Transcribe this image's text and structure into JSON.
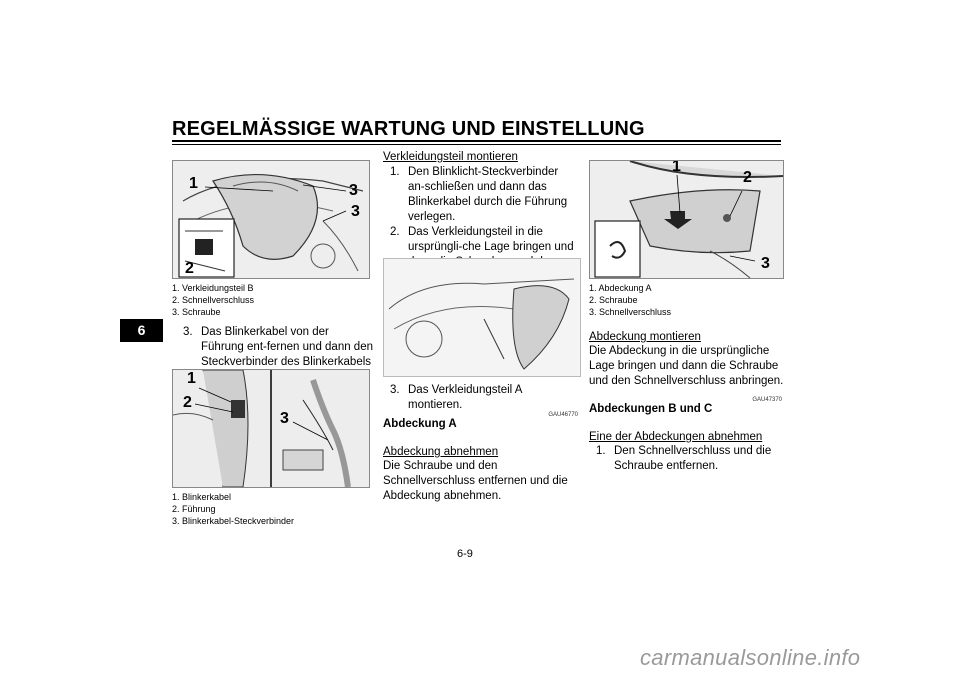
{
  "header": {
    "title": "REGELMÄSSIGE WARTUNG UND EINSTELLUNG"
  },
  "chapter_tab": "6",
  "column1": {
    "fig1_callouts": [
      "1",
      "2",
      "3",
      "3"
    ],
    "fig1_caption": [
      "1. Verkleidungsteil B",
      "2. Schnellverschluss",
      "3. Schraube"
    ],
    "step3_num": "3.",
    "step3_text": "Das Blinkerkabel von der Führung ent-fernen und dann den Steckverbinder des Blinkerkabels lösen.",
    "fig2_callouts": [
      "1",
      "2",
      "3"
    ],
    "fig2_caption": [
      "1. Blinkerkabel",
      "2. Führung",
      "3. Blinkerkabel-Steckverbinder"
    ]
  },
  "column2": {
    "section_title": "Verkleidungsteil montieren",
    "steps": [
      {
        "num": "1.",
        "text": "Den Blinklicht-Steckverbinder an-schließen und dann das Blinkerkabel durch die Führung verlegen."
      },
      {
        "num": "2.",
        "text": "Das Verkleidungsteil in die ursprüngli-che Lage bringen und dann die Schrauben und den Schnellverschluss anbringen."
      }
    ],
    "step3_num": "3.",
    "step3_text": "Das Verkleidungsteil A montieren.",
    "code": "GAU46770",
    "heading": "Abdeckung A",
    "sub_title": "Abdeckung abnehmen",
    "sub_text": "Die Schraube und den Schnellverschluss entfernen und die Abdeckung abnehmen."
  },
  "column3": {
    "fig_callouts": [
      "1",
      "2",
      "3"
    ],
    "fig_caption": [
      "1. Abdeckung A",
      "2. Schraube",
      "3. Schnellverschluss"
    ],
    "sub_title": "Abdeckung montieren",
    "sub_text": "Die Abdeckung in die ursprüngliche Lage bringen und dann die Schraube und den Schnellverschluss anbringen.",
    "code": "GAU47370",
    "heading": "Abdeckungen B und C",
    "sub_title2": "Eine der Abdeckungen abnehmen",
    "step_num": "1.",
    "step_text": "Den Schnellverschluss und die Schraube entfernen."
  },
  "footer": {
    "page_number": "6-9"
  },
  "watermark": "carmanualsonline.info"
}
